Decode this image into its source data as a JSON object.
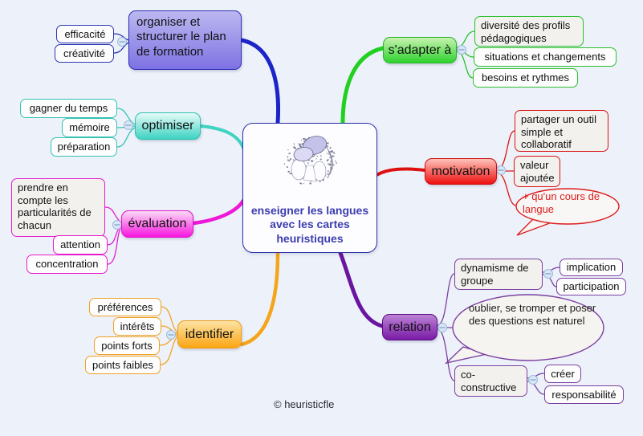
{
  "central_topic": {
    "title": "enseigner les langues avec les cartes heuristiques"
  },
  "footer": {
    "copyright": "© heuristicfle"
  },
  "colors": {
    "background": "#edf2fa",
    "organiser": "#2d2db5",
    "optimiser": "#2fbfae",
    "evaluation": "#df12c8",
    "identifier": "#ef9c12",
    "s_adapter": "#26b526",
    "motivation": "#cf0e0e",
    "relation": "#5c0d86"
  },
  "branches": [
    {
      "label": "organiser et structurer le plan de formation",
      "children": [
        {
          "label": "efficacité"
        },
        {
          "label": "créativité"
        }
      ]
    },
    {
      "label": "optimiser",
      "children": [
        {
          "label": "gagner du temps"
        },
        {
          "label": "mémoire"
        },
        {
          "label": "préparation"
        }
      ]
    },
    {
      "label": "évaluation",
      "children": [
        {
          "label": "prendre en compte les particularités de chacun"
        },
        {
          "label": "attention"
        },
        {
          "label": "concentration"
        }
      ]
    },
    {
      "label": "identifier",
      "children": [
        {
          "label": "préférences"
        },
        {
          "label": "intérêts"
        },
        {
          "label": "points forts"
        },
        {
          "label": "points faibles"
        }
      ]
    },
    {
      "label": "s'adapter à",
      "children": [
        {
          "label": "diversité des profils pédagogiques"
        },
        {
          "label": "situations et changements"
        },
        {
          "label": "besoins et rythmes"
        }
      ]
    },
    {
      "label": "motivation",
      "children": [
        {
          "label": "partager un outil simple et collaboratif"
        },
        {
          "label": "valeur ajoutée"
        },
        {
          "label": "+ qu'un cours de langue"
        }
      ]
    },
    {
      "label": "relation",
      "children": [
        {
          "label": "dynamisme de groupe",
          "children": [
            {
              "label": "implication"
            },
            {
              "label": "participation"
            }
          ]
        },
        {
          "label": "oublier, se tromper et poser des questions est naturel"
        },
        {
          "label": "co-constructive",
          "children": [
            {
              "label": "créer"
            },
            {
              "label": "responsabilité"
            }
          ]
        }
      ]
    }
  ]
}
